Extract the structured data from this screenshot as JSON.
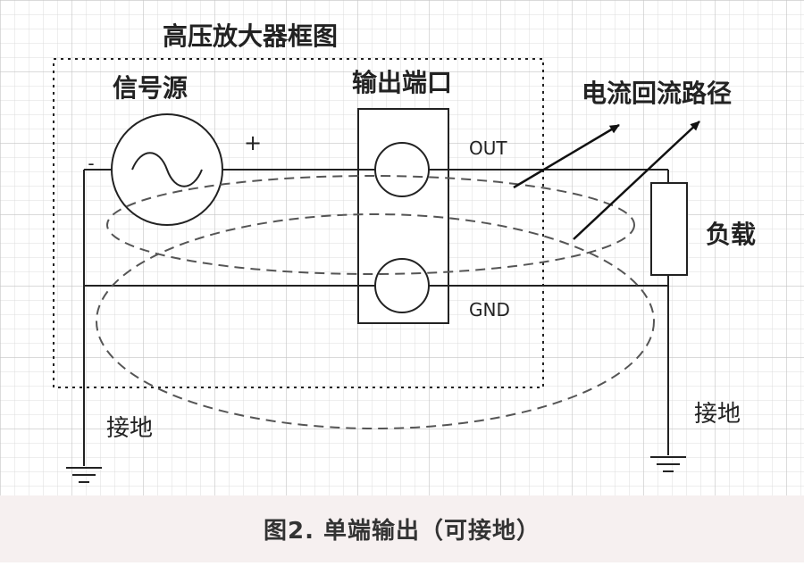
{
  "title": "高压放大器框图",
  "labels": {
    "signal_source": "信号源",
    "output_port": "输出端口",
    "return_path": "电流回流路径",
    "load": "负载",
    "ground_left": "接地",
    "ground_right": "接地",
    "plus": "+",
    "minus": "-",
    "out": "OUT",
    "gnd": "GND"
  },
  "caption": "图2. 单端输出（可接地）",
  "colors": {
    "background": "#ffffff",
    "grid": "#d2d2d2",
    "line": "#222222",
    "dashed": "#555555",
    "caption_bg": "#f6f0f0",
    "caption_text": "#333333"
  }
}
